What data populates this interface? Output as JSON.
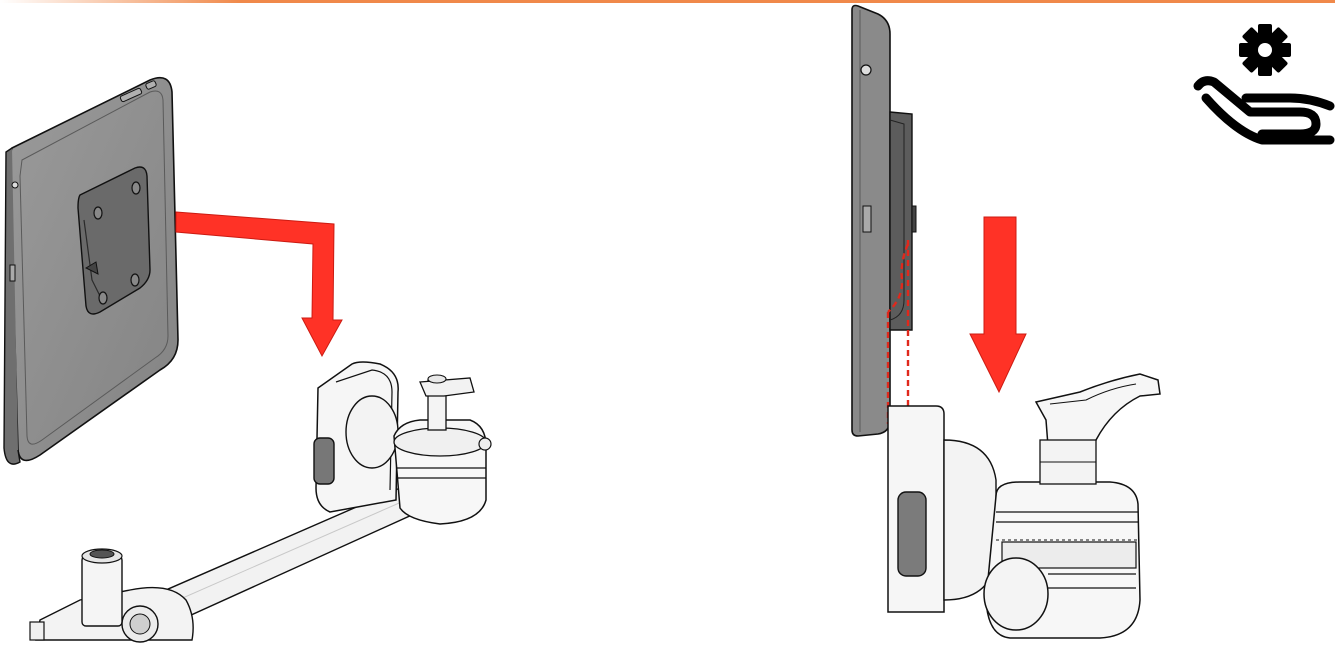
{
  "figure": {
    "colors": {
      "accent_bar": "#f0894a",
      "arrow_red": "#ff3226",
      "guide_red": "#e0281c",
      "device_body": "#8f8f8f",
      "device_shadow": "#7a7a7a",
      "mount_plate": "#5f5f5f",
      "hardware_fill": "#f4f4f4",
      "outline": "#111111",
      "icon_black": "#000000"
    },
    "panels": [
      {
        "id": "step-left",
        "view": "perspective",
        "arrow": "bent-down"
      },
      {
        "id": "step-right",
        "view": "side",
        "arrow": "straight-down"
      }
    ],
    "icons": [
      "hand-gear-icon"
    ]
  }
}
